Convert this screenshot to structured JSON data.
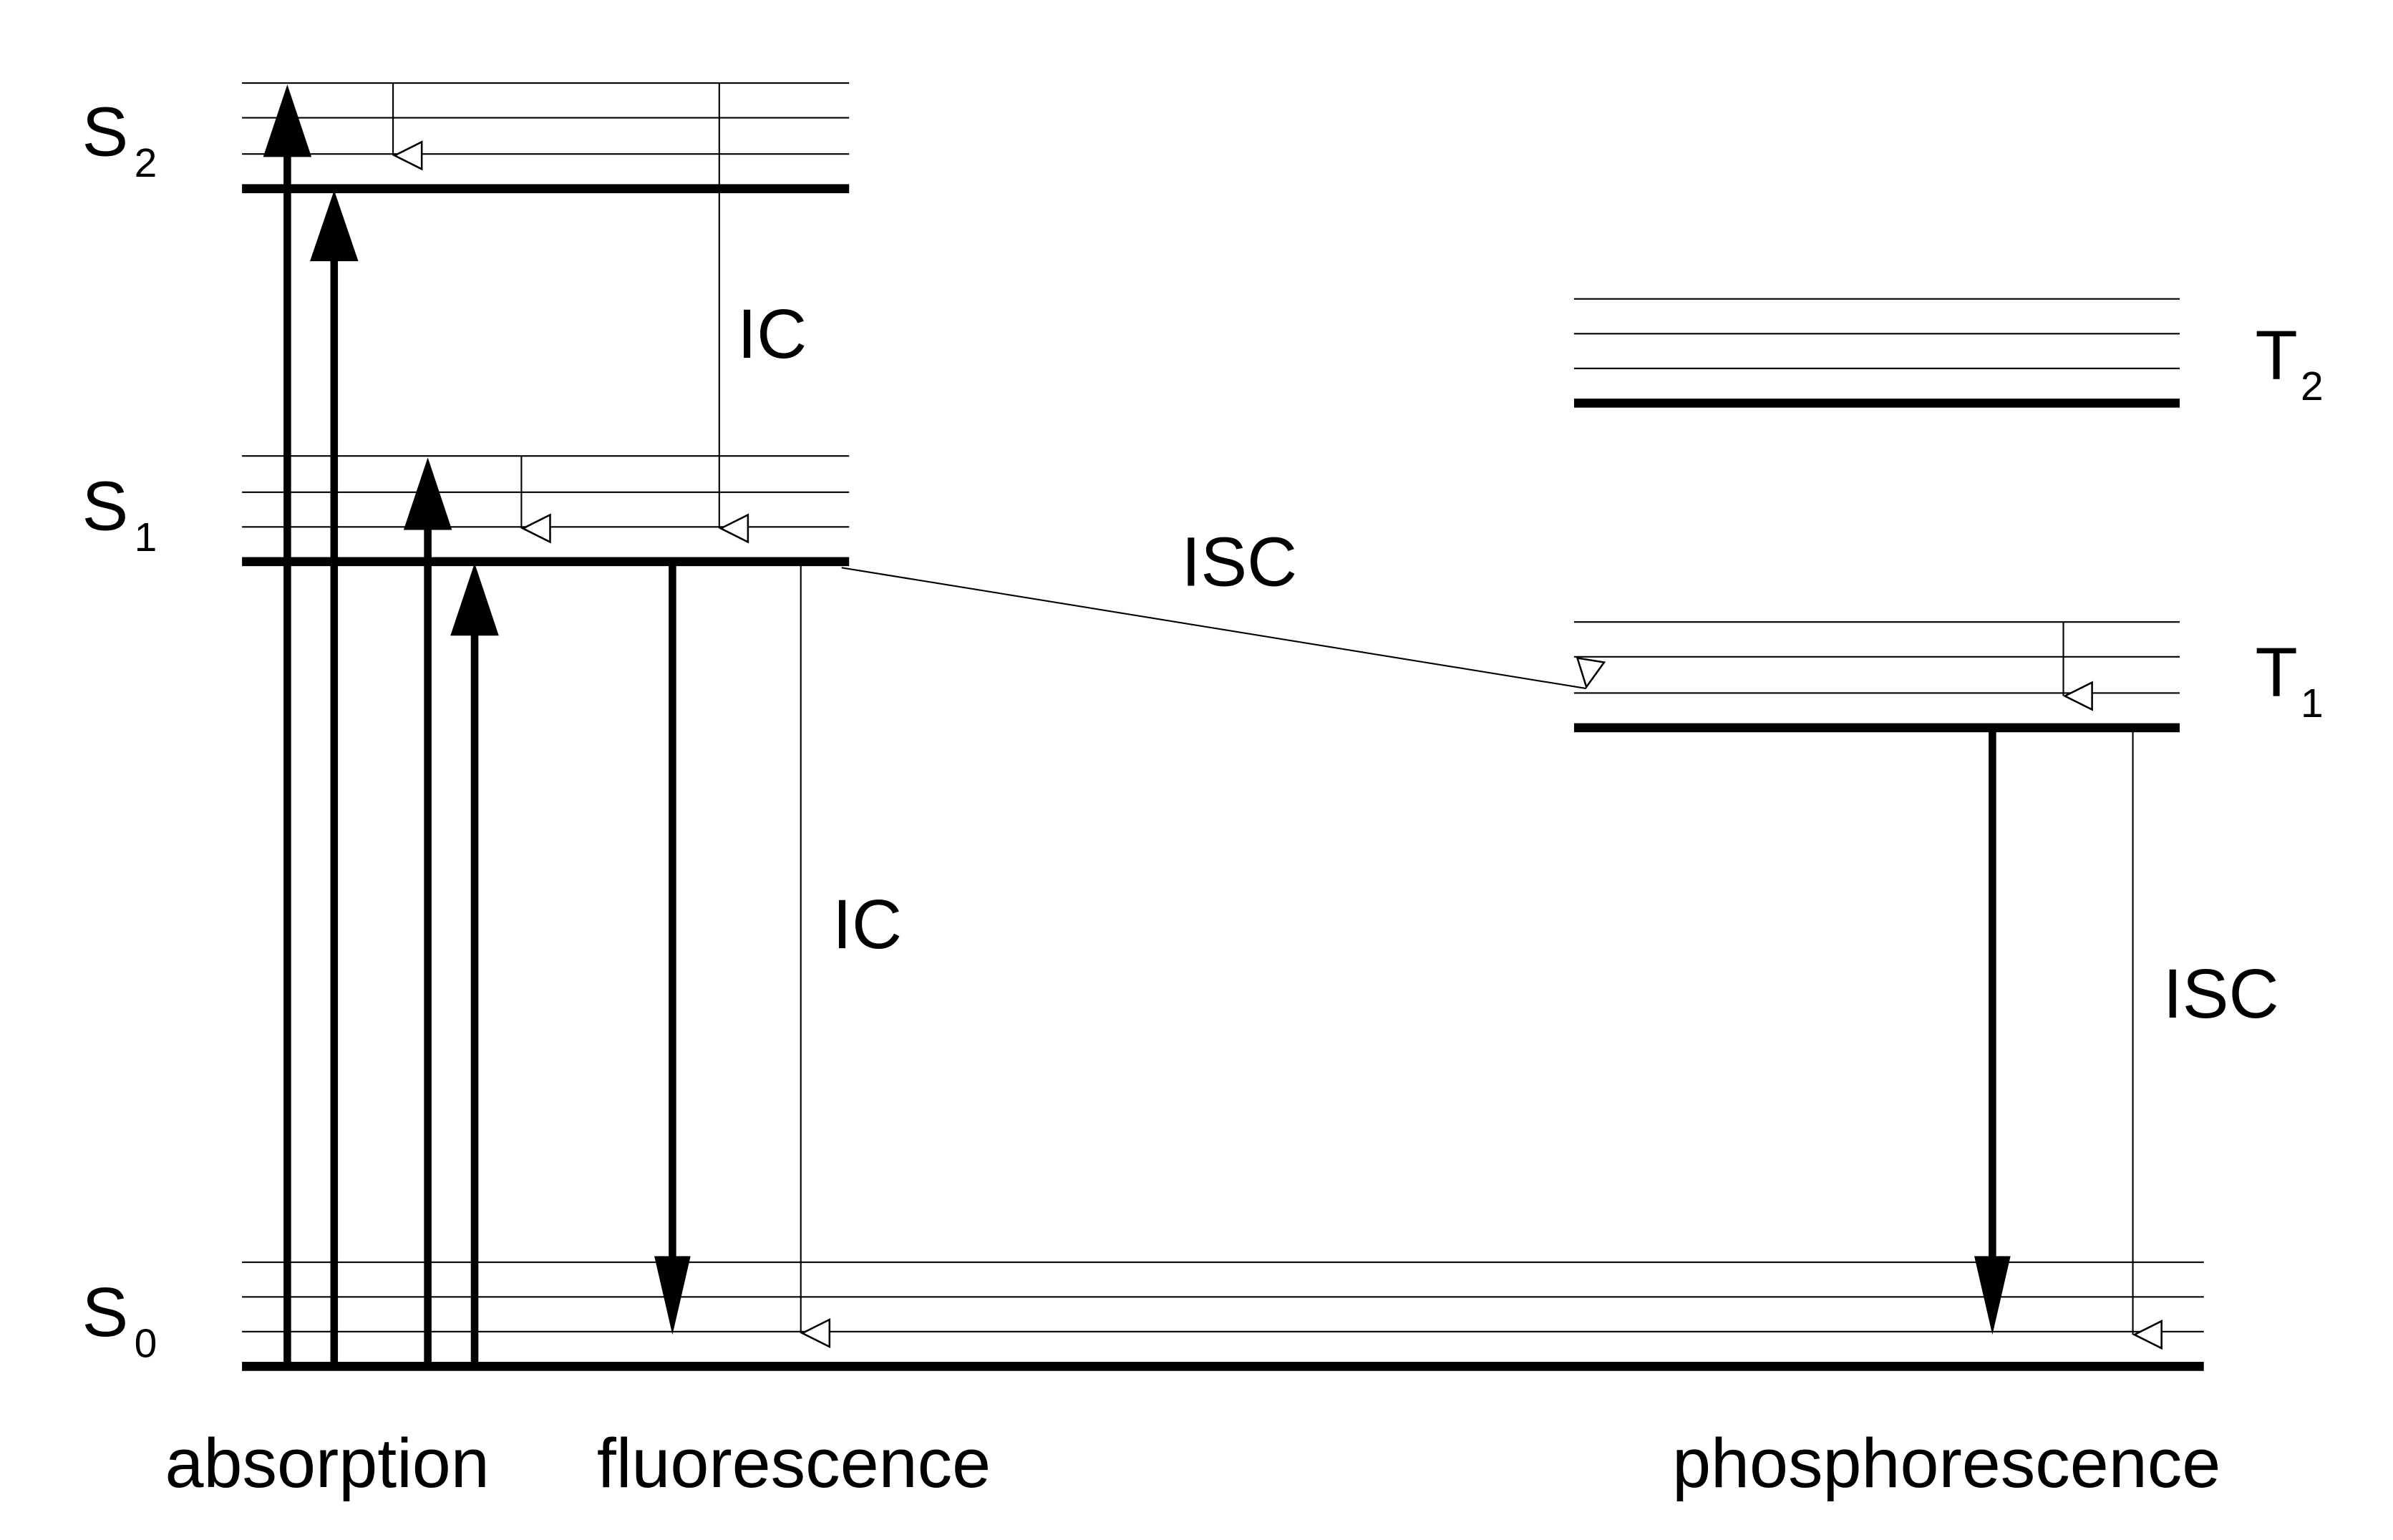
{
  "state_labels": {
    "s2": {
      "main": "S",
      "sub": "2"
    },
    "s1": {
      "main": "S",
      "sub": "1"
    },
    "s0": {
      "main": "S",
      "sub": "0"
    },
    "t2": {
      "main": "T",
      "sub": "2"
    },
    "t1": {
      "main": "T",
      "sub": "1"
    }
  },
  "process_labels": {
    "ic_upper": "IC",
    "ic_lower": "IC",
    "isc_cross": "ISC",
    "isc_right": "ISC"
  },
  "bottom_labels": {
    "absorption": "absorption",
    "fluorescence": "fluorescence",
    "phosphorescence": "phosphorescence"
  },
  "colors": {
    "ink": "#000000",
    "background": "#ffffff"
  }
}
